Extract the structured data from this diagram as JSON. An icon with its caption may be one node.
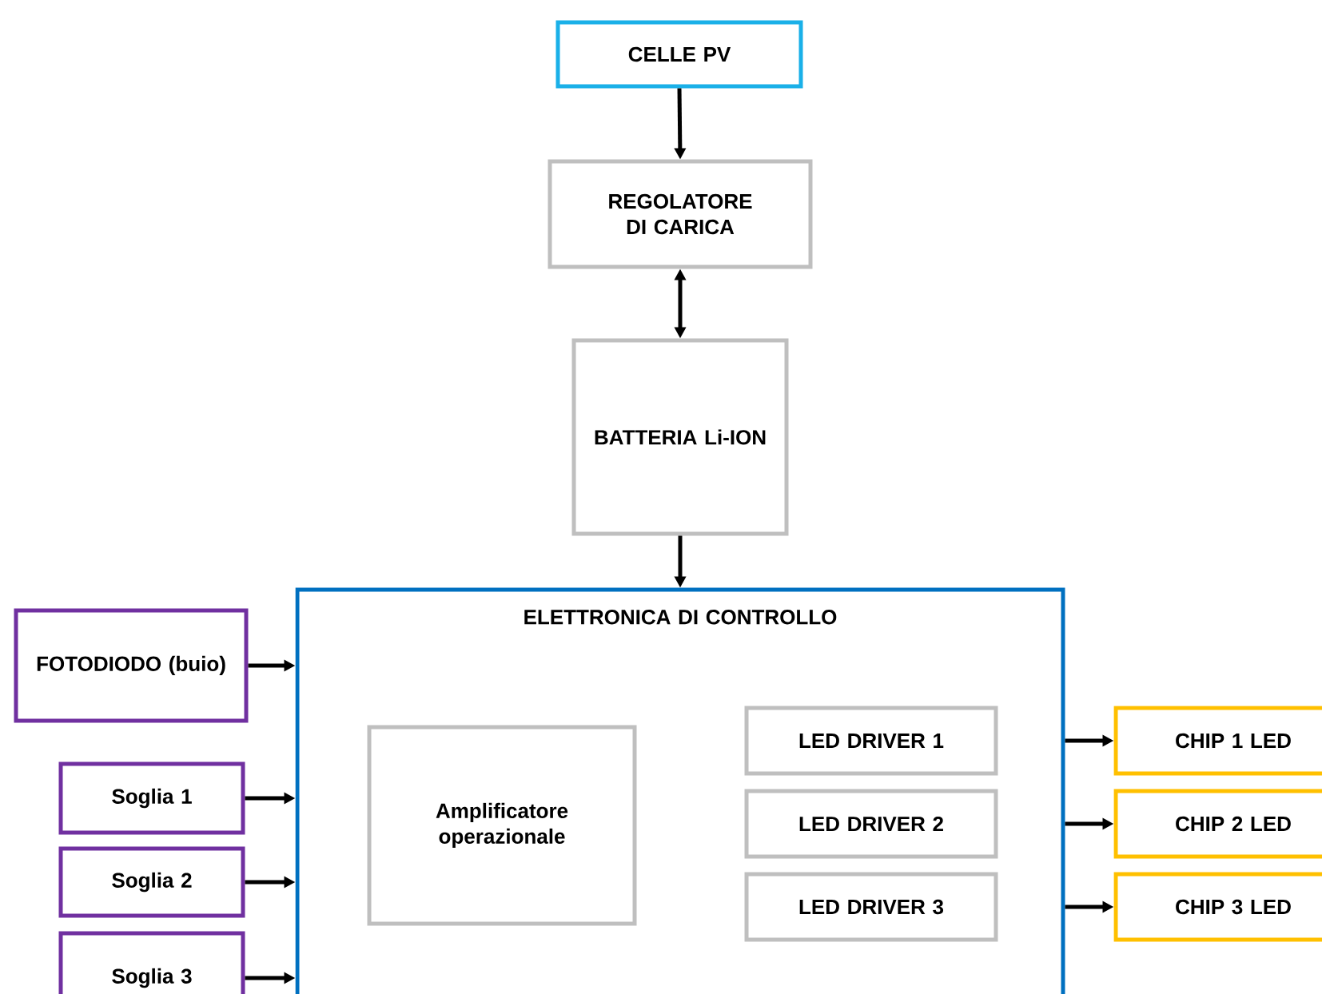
{
  "diagram": {
    "nodes": [
      {
        "text": [
          "CELLE PV"
        ]
      },
      {
        "text": [
          "REGOLATORE DI CARICA"
        ]
      },
      {
        "text": [
          "BATTERIA Li-ION"
        ]
      },
      {
        "text": [
          "ELETTRONICA DI CONTROLLO"
        ]
      },
      {
        "text": [
          "Amplificatore operazionale"
        ],
        "in": 3
      },
      {
        "text": [
          "LED DRIVER 1"
        ],
        "in": 3
      },
      {
        "text": [
          "LED DRIVER 2"
        ],
        "in": 3
      },
      {
        "text": [
          "LED DRIVER 3"
        ],
        "in": 3
      },
      {
        "text": [
          "FOTODIODO (buio)"
        ]
      },
      {
        "text": [
          "Soglia 1"
        ]
      },
      {
        "text": [
          "Soglia 2"
        ]
      },
      {
        "text": [
          "Soglia 3"
        ]
      },
      {
        "text": [
          "CHIP 1 LED"
        ]
      },
      {
        "text": [
          "CHIP 2 LED"
        ]
      },
      {
        "text": [
          "CHIP 3 LED"
        ]
      }
    ],
    "edges": [
      {
        "from": 0,
        "to": 1,
        "arrow": "to"
      },
      {
        "from": 1,
        "to": 2,
        "arrow": "both"
      },
      {
        "from": 2,
        "to": 3,
        "arrow": "to"
      },
      {
        "from": 8,
        "to": 3,
        "arrow": "to"
      },
      {
        "from": 9,
        "to": 3,
        "arrow": "to"
      },
      {
        "from": 10,
        "to": 3,
        "arrow": "to"
      },
      {
        "from": 11,
        "to": 3,
        "arrow": "to"
      },
      {
        "from": 3,
        "to": 12,
        "arrow": "to"
      },
      {
        "from": 3,
        "to": 13,
        "arrow": "to"
      },
      {
        "from": 3,
        "to": 14,
        "arrow": "to"
      }
    ]
  }
}
